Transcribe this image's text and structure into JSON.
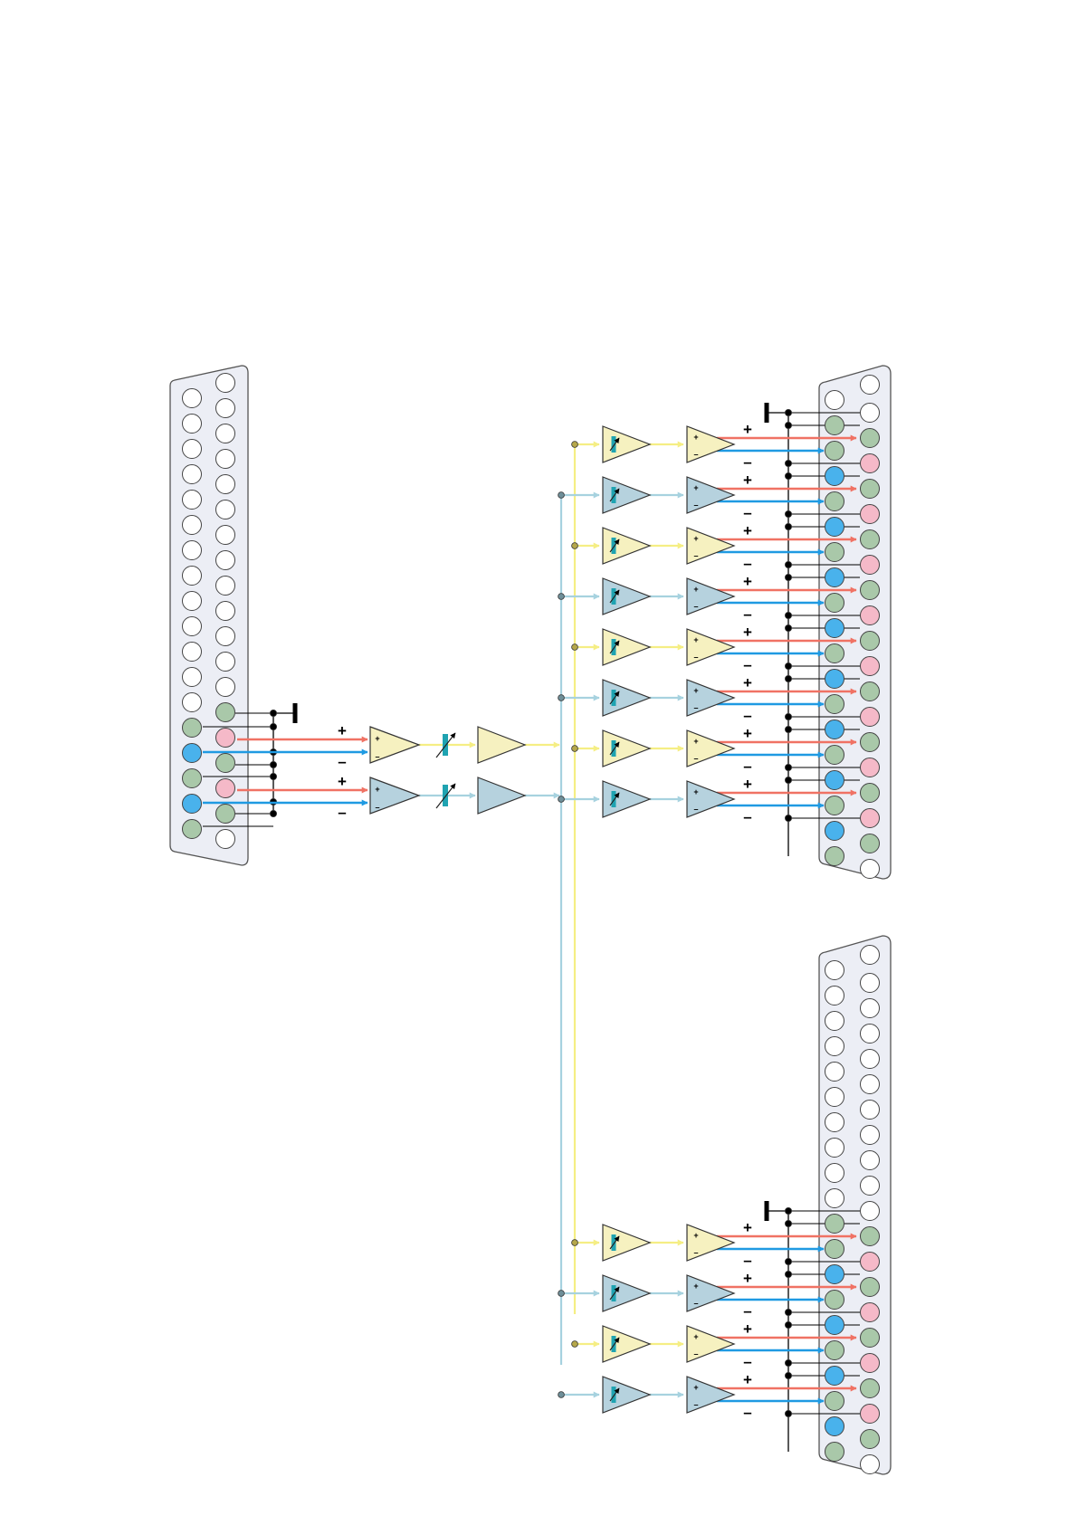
{
  "colors": {
    "shell": "#eceef5",
    "ground_pin": "#a9c8a9",
    "hot_pin": "#f5b9c8",
    "cold_pin": "#49b2ec",
    "empty_pin": "#ffffff",
    "hot_wire": "#f07264",
    "cold_wire": "#1f9ae2",
    "bus_yellow": "#f5ee84",
    "bus_blue": "#a7d2df",
    "amp_yellow": "#f6f1c0",
    "amp_blue": "#b6d2de",
    "trim": "#1fa3b1"
  },
  "labels": {
    "plus": "+",
    "minus": "–",
    "amp_plus": "+",
    "amp_minus": "–"
  },
  "icons": {
    "ground": "ground-bar-icon",
    "gain_trim": "variable-resistor-icon",
    "level_trim": "trim-pot-icon",
    "junction": "junction-dot-icon"
  },
  "input_connector": {
    "pin_rows": [
      [
        "empty",
        "empty"
      ],
      [
        "empty",
        "empty"
      ],
      [
        "empty",
        "empty"
      ],
      [
        "empty",
        "empty"
      ],
      [
        "empty",
        "empty"
      ],
      [
        "empty",
        "empty"
      ],
      [
        "empty",
        "empty"
      ],
      [
        "empty",
        "empty"
      ],
      [
        "empty",
        "empty"
      ],
      [
        "empty",
        "empty"
      ],
      [
        "empty",
        "empty"
      ],
      [
        "empty",
        "empty"
      ],
      [
        "empty",
        "ground"
      ],
      [
        "ground",
        "hot"
      ],
      [
        "cold",
        "ground"
      ],
      [
        "ground",
        "hot"
      ],
      [
        "cold",
        "ground"
      ],
      [
        "ground",
        "empty"
      ]
    ]
  },
  "input_channels": [
    {
      "bus": "yellow"
    },
    {
      "bus": "blue"
    }
  ],
  "output_connector_a": {
    "pin_rows": [
      [
        "empty",
        "empty"
      ],
      [
        "ground",
        "ground"
      ],
      [
        "ground",
        "hot"
      ],
      [
        "cold",
        "ground"
      ],
      [
        "ground",
        "hot"
      ],
      [
        "cold",
        "ground"
      ],
      [
        "ground",
        "hot"
      ],
      [
        "cold",
        "ground"
      ],
      [
        "ground",
        "hot"
      ],
      [
        "cold",
        "ground"
      ],
      [
        "ground",
        "hot"
      ],
      [
        "cold",
        "ground"
      ],
      [
        "ground",
        "hot"
      ],
      [
        "cold",
        "ground"
      ],
      [
        "ground",
        "hot"
      ],
      [
        "cold",
        "ground"
      ],
      [
        "ground",
        "hot"
      ],
      [
        "cold",
        "ground"
      ],
      [
        "ground",
        "empty"
      ]
    ],
    "channel_buses": [
      "yellow",
      "blue",
      "yellow",
      "blue",
      "yellow",
      "blue",
      "yellow",
      "blue"
    ]
  },
  "output_connector_b": {
    "pin_rows": [
      [
        "empty",
        "empty"
      ],
      [
        "empty",
        "empty"
      ],
      [
        "empty",
        "empty"
      ],
      [
        "empty",
        "empty"
      ],
      [
        "empty",
        "empty"
      ],
      [
        "empty",
        "empty"
      ],
      [
        "empty",
        "empty"
      ],
      [
        "empty",
        "empty"
      ],
      [
        "empty",
        "empty"
      ],
      [
        "empty",
        "empty"
      ],
      [
        "ground",
        "ground"
      ],
      [
        "ground",
        "hot"
      ],
      [
        "cold",
        "ground"
      ],
      [
        "ground",
        "hot"
      ],
      [
        "cold",
        "ground"
      ],
      [
        "ground",
        "hot"
      ],
      [
        "cold",
        "ground"
      ],
      [
        "ground",
        "hot"
      ],
      [
        "cold",
        "ground"
      ],
      [
        "ground",
        "empty"
      ]
    ],
    "channel_buses": [
      "yellow",
      "blue",
      "yellow",
      "blue"
    ]
  }
}
